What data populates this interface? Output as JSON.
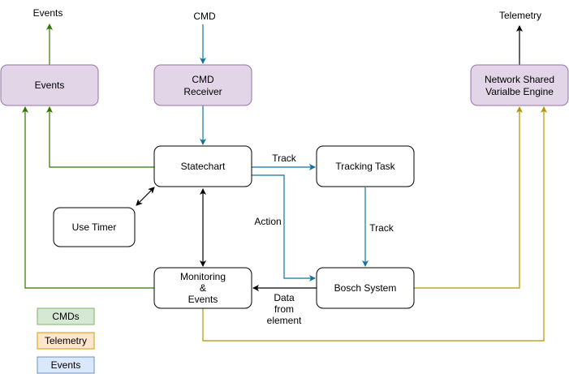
{
  "colors": {
    "green": "#2d7600",
    "blue": "#10739e",
    "gold": "#b09500",
    "black": "#000000",
    "purple_fill": "#e1d5e7",
    "purple_stroke": "#9673a6",
    "legend_green_fill": "#d5e8d4",
    "legend_green_stroke": "#82b366",
    "legend_orange_fill": "#ffe6cc",
    "legend_orange_stroke": "#d79b00",
    "legend_blue_fill": "#dae8fc",
    "legend_blue_stroke": "#6c8ebf"
  },
  "nodes": {
    "events": "Events",
    "cmd_receiver": [
      "CMD",
      "Receiver"
    ],
    "network_engine": [
      "Network Shared",
      "Varialbe Engine"
    ],
    "statechart": "Statechart",
    "tracking_task": "Tracking Task",
    "use_timer": "Use Timer",
    "monitoring": [
      "Monitoring",
      "&",
      "Events"
    ],
    "bosch_system": "Bosch System"
  },
  "labels": {
    "events_out": "Events",
    "cmd_in": "CMD",
    "telemetry_out": "Telemetry",
    "track_top": "Track",
    "track_right": "Track",
    "action": "Action",
    "data_from_element": [
      "Data",
      "from",
      "element"
    ]
  },
  "legend": {
    "cmds": "CMDs",
    "telemetry": "Telemetry",
    "events": "Events"
  }
}
